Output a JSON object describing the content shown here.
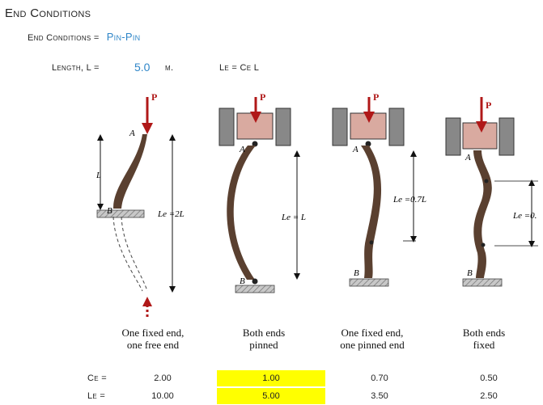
{
  "section_title": "End Conditions",
  "end_conditions": {
    "label": "End Conditions =",
    "value": "Pin-Pin"
  },
  "length": {
    "label": "Length, L =",
    "value": "5.0",
    "unit": "m."
  },
  "le_formula": "Le = Ce L",
  "diagram_labels": {
    "load": "P",
    "end_a": "A",
    "end_b": "B",
    "length_l": "L",
    "case1_le": "Le =2L",
    "case2_le": "Le = L",
    "case3_le": "Le =0.7L",
    "case4_le": "Le =0."
  },
  "cases": [
    {
      "caption_line1": "One fixed end,",
      "caption_line2": "one free end",
      "ce": "2.00",
      "le": "10.00",
      "highlighted": false
    },
    {
      "caption_line1": "Both ends",
      "caption_line2": "pinned",
      "ce": "1.00",
      "le": "5.00",
      "highlighted": true
    },
    {
      "caption_line1": "One fixed end,",
      "caption_line2": "one pinned end",
      "ce": "0.70",
      "le": "3.50",
      "highlighted": false
    },
    {
      "caption_line1": "Both ends",
      "caption_line2": "fixed",
      "ce": "0.50",
      "le": "2.50",
      "highlighted": false
    }
  ],
  "row_labels": {
    "ce": "Ce =",
    "le": "Le ="
  },
  "colors": {
    "accent_blue": "#2f86c8",
    "highlight": "#ffff00",
    "arrow": "#b01818",
    "column_brown": "#5a4030"
  }
}
